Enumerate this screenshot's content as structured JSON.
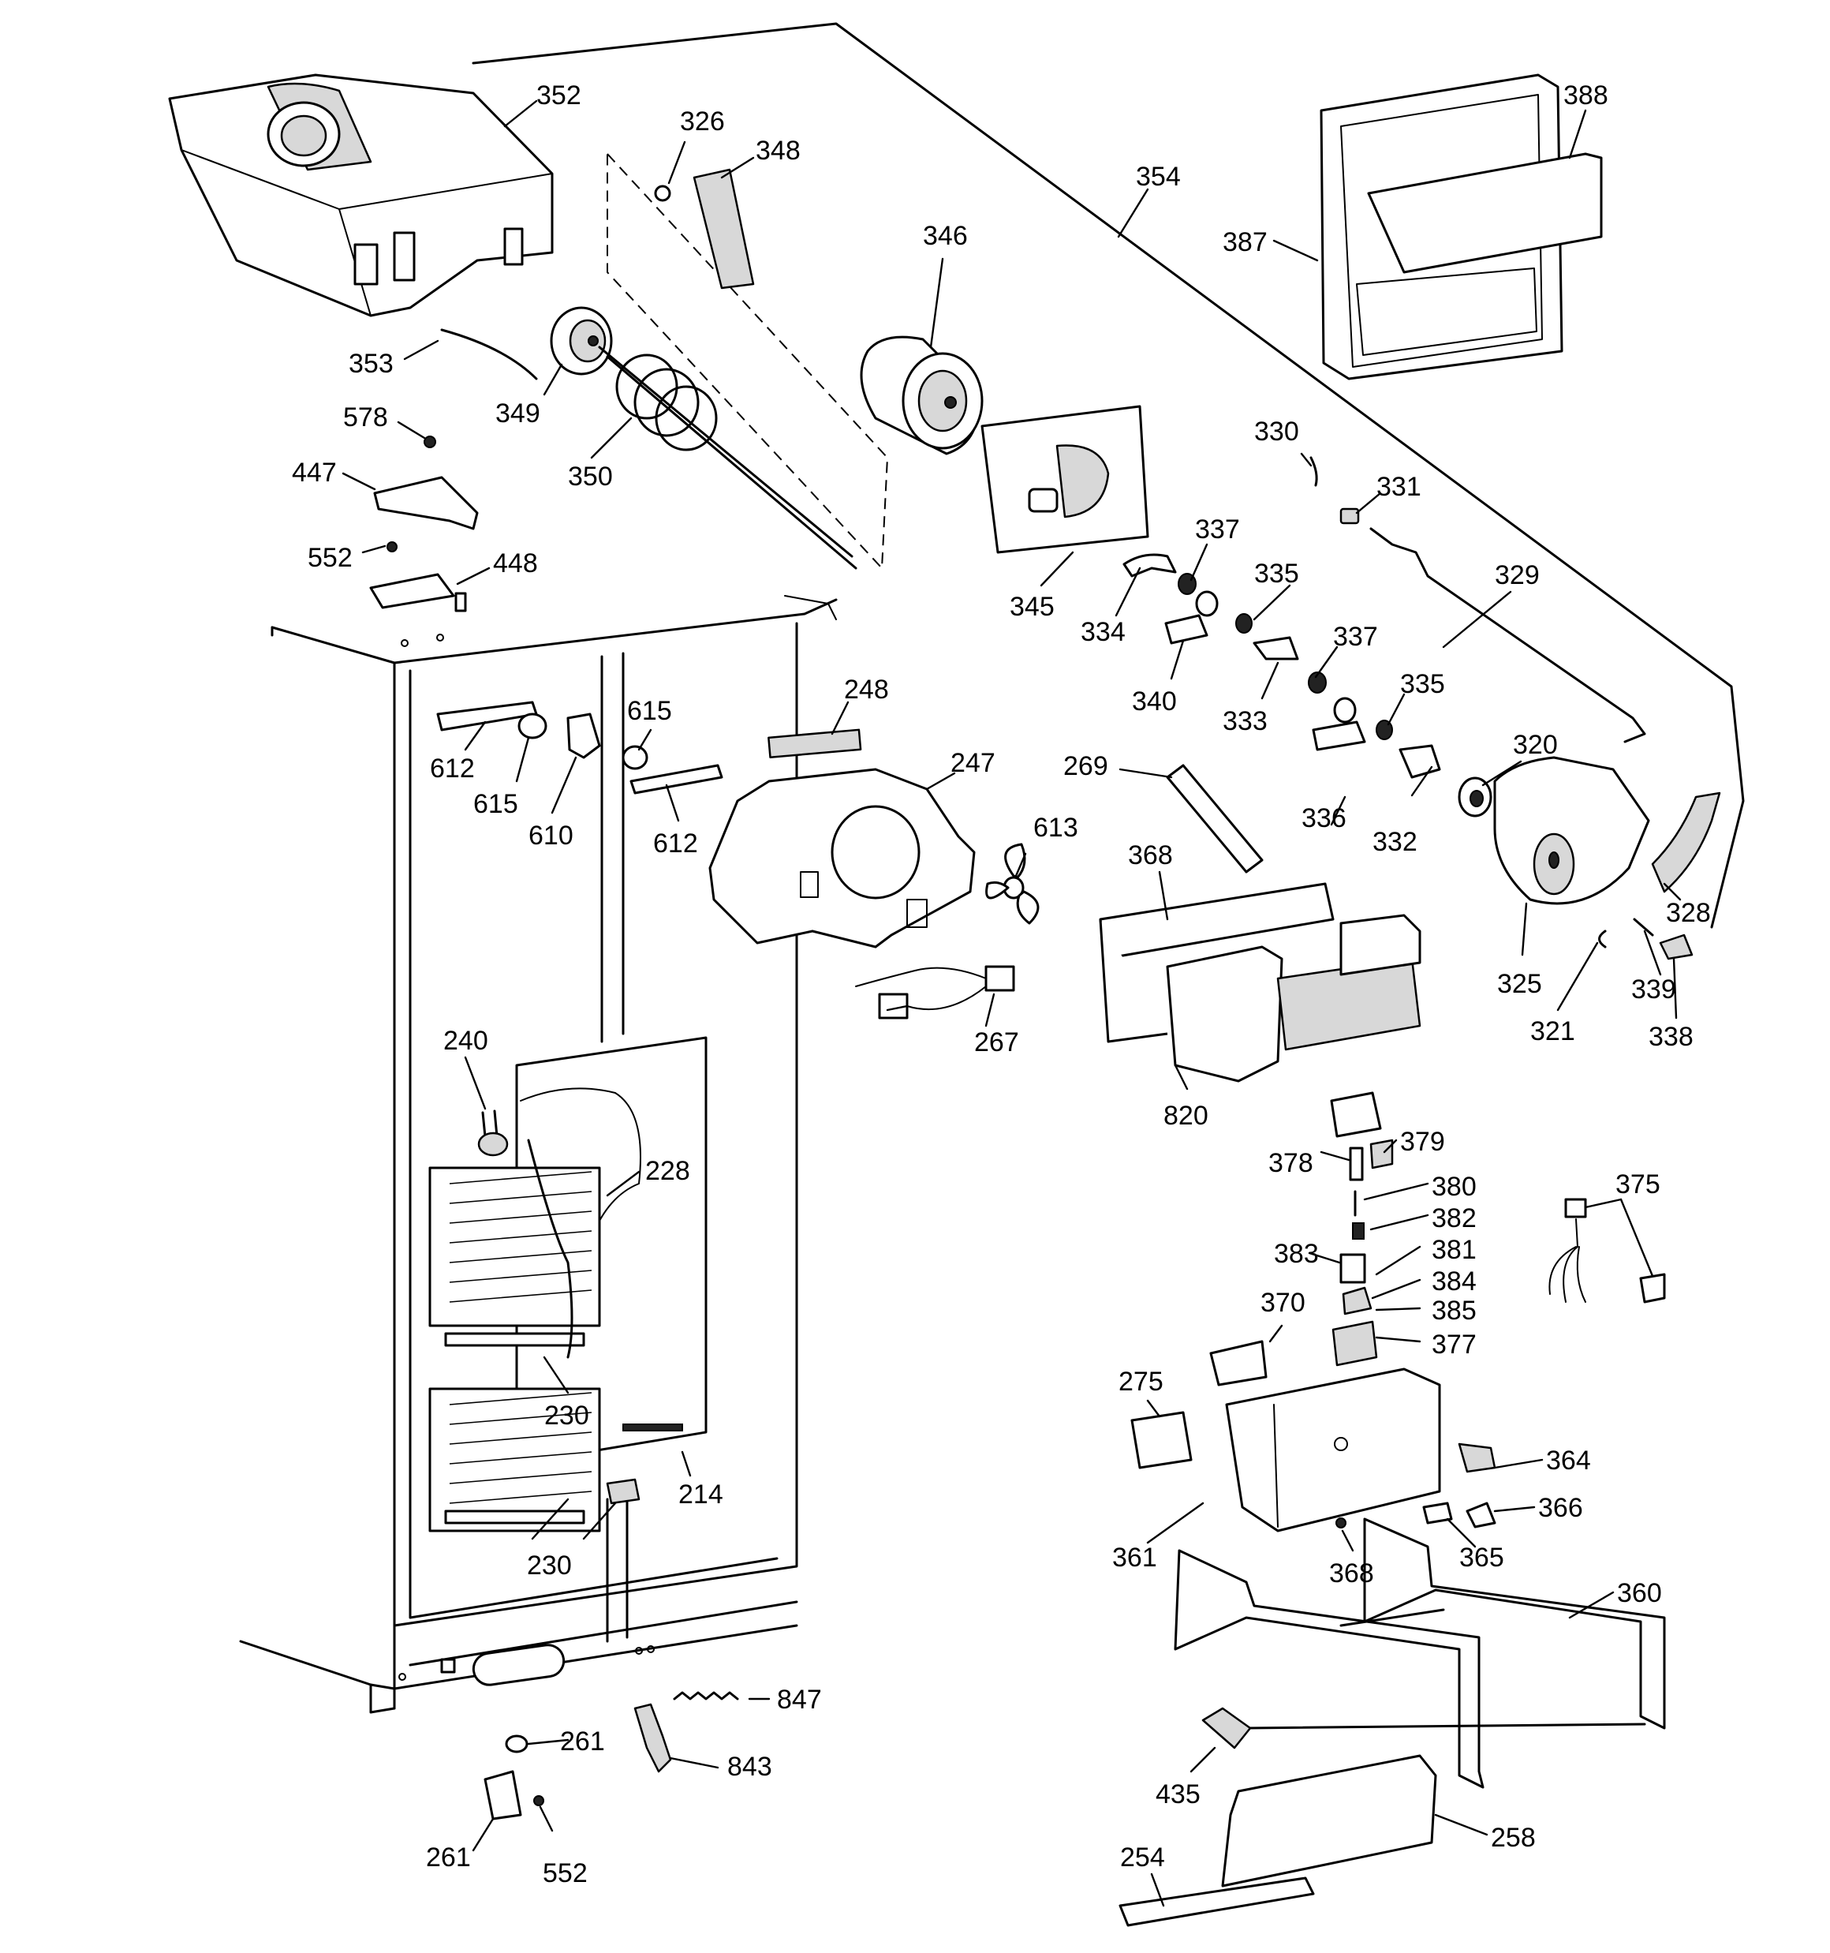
{
  "callouts": [
    {
      "id": "352",
      "text": "352"
    },
    {
      "id": "326",
      "text": "326"
    },
    {
      "id": "348",
      "text": "348"
    },
    {
      "id": "346",
      "text": "346"
    },
    {
      "id": "354",
      "text": "354"
    },
    {
      "id": "388",
      "text": "388"
    },
    {
      "id": "387",
      "text": "387"
    },
    {
      "id": "353",
      "text": "353"
    },
    {
      "id": "349",
      "text": "349"
    },
    {
      "id": "350",
      "text": "350"
    },
    {
      "id": "578",
      "text": "578"
    },
    {
      "id": "447",
      "text": "447"
    },
    {
      "id": "552a",
      "text": "552"
    },
    {
      "id": "448",
      "text": "448"
    },
    {
      "id": "345",
      "text": "345"
    },
    {
      "id": "330",
      "text": "330"
    },
    {
      "id": "331",
      "text": "331"
    },
    {
      "id": "337a",
      "text": "337"
    },
    {
      "id": "335a",
      "text": "335"
    },
    {
      "id": "329",
      "text": "329"
    },
    {
      "id": "334",
      "text": "334"
    },
    {
      "id": "340",
      "text": "340"
    },
    {
      "id": "337b",
      "text": "337"
    },
    {
      "id": "333",
      "text": "333"
    },
    {
      "id": "335b",
      "text": "335"
    },
    {
      "id": "320",
      "text": "320"
    },
    {
      "id": "248",
      "text": "248"
    },
    {
      "id": "615a",
      "text": "615"
    },
    {
      "id": "612a",
      "text": "612"
    },
    {
      "id": "615b",
      "text": "615"
    },
    {
      "id": "610",
      "text": "610"
    },
    {
      "id": "612b",
      "text": "612"
    },
    {
      "id": "247",
      "text": "247"
    },
    {
      "id": "269",
      "text": "269"
    },
    {
      "id": "336",
      "text": "336"
    },
    {
      "id": "332",
      "text": "332"
    },
    {
      "id": "613",
      "text": "613"
    },
    {
      "id": "368a",
      "text": "368"
    },
    {
      "id": "328",
      "text": "328"
    },
    {
      "id": "325",
      "text": "325"
    },
    {
      "id": "339",
      "text": "339"
    },
    {
      "id": "321",
      "text": "321"
    },
    {
      "id": "338",
      "text": "338"
    },
    {
      "id": "267",
      "text": "267"
    },
    {
      "id": "240",
      "text": "240"
    },
    {
      "id": "820",
      "text": "820"
    },
    {
      "id": "228",
      "text": "228"
    },
    {
      "id": "379",
      "text": "379"
    },
    {
      "id": "378",
      "text": "378"
    },
    {
      "id": "380",
      "text": "380"
    },
    {
      "id": "375",
      "text": "375"
    },
    {
      "id": "382",
      "text": "382"
    },
    {
      "id": "383",
      "text": "383"
    },
    {
      "id": "381",
      "text": "381"
    },
    {
      "id": "384",
      "text": "384"
    },
    {
      "id": "370",
      "text": "370"
    },
    {
      "id": "385",
      "text": "385"
    },
    {
      "id": "377",
      "text": "377"
    },
    {
      "id": "230a",
      "text": "230"
    },
    {
      "id": "275",
      "text": "275"
    },
    {
      "id": "364",
      "text": "364"
    },
    {
      "id": "214",
      "text": "214"
    },
    {
      "id": "366",
      "text": "366"
    },
    {
      "id": "361",
      "text": "361"
    },
    {
      "id": "365",
      "text": "365"
    },
    {
      "id": "230b",
      "text": "230"
    },
    {
      "id": "368b",
      "text": "368"
    },
    {
      "id": "360",
      "text": "360"
    },
    {
      "id": "847",
      "text": "847"
    },
    {
      "id": "261a",
      "text": "261"
    },
    {
      "id": "843",
      "text": "843"
    },
    {
      "id": "435",
      "text": "435"
    },
    {
      "id": "258",
      "text": "258"
    },
    {
      "id": "261b",
      "text": "261"
    },
    {
      "id": "552b",
      "text": "552"
    },
    {
      "id": "254",
      "text": "254"
    }
  ]
}
